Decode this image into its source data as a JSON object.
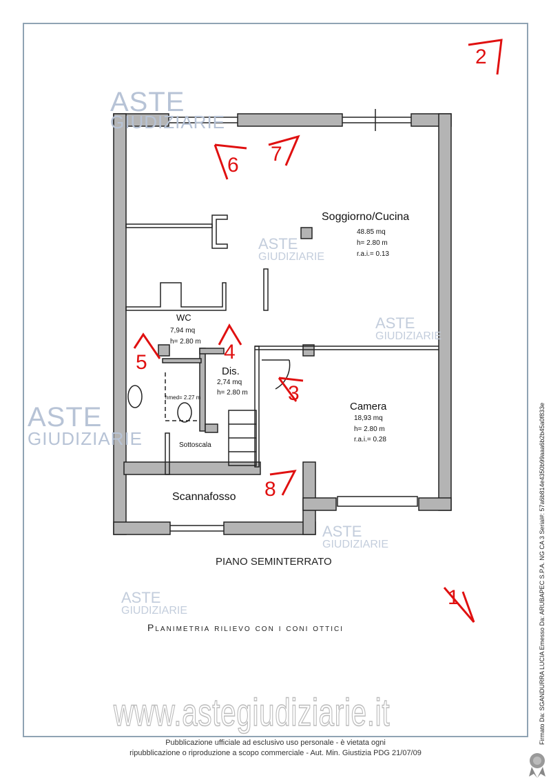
{
  "watermark": {
    "brand_top": "ASTE",
    "brand_bottom": "GIUDIZIARIE",
    "site": "www.astegiudiziarie.it"
  },
  "rooms": [
    {
      "name": "Soggiorno/Cucina",
      "area": "48.85 mq",
      "height": "h= 2.80 m",
      "rai": "r.a.i.= 0.13"
    },
    {
      "name": "WC",
      "area": "7,94 mq",
      "height": "h= 2.80 m"
    },
    {
      "name": "Dis.",
      "area": "2,74 mq",
      "height": "h= 2.80 m"
    },
    {
      "name": "Camera",
      "area": "18,93 mq",
      "height": "h= 2.80 m",
      "rai": "r.a.i.= 0.28"
    },
    {
      "name": "Sottoscala"
    },
    {
      "name": "Scannafosso"
    }
  ],
  "wc_sub_height": "hmed= 2.27 m",
  "view_cones": [
    "1",
    "2",
    "3",
    "4",
    "5",
    "6",
    "7",
    "8"
  ],
  "floor_title": "PIANO SEMINTERRATO",
  "plan_title": "Planimetria rilievo con i coni ottici",
  "footer": {
    "line1": "Pubblicazione ufficiale ad esclusivo uso personale - è vietata ogni",
    "line2": "ripubblicazione o riproduzione a scopo commerciale - Aut. Min. Giustizia PDG 21/07/09"
  },
  "signature": "Firmato Da: SGANDURRA LUCIA Emesso Da: ARUBAPEC S.P.A. NG CA 3 Serial#: 57a6b814e4350b99aaa6b2b45a0f833e",
  "colors": {
    "wall": "#b4b4b4",
    "cone": "#e01010",
    "frame": "#8fa3b3"
  }
}
